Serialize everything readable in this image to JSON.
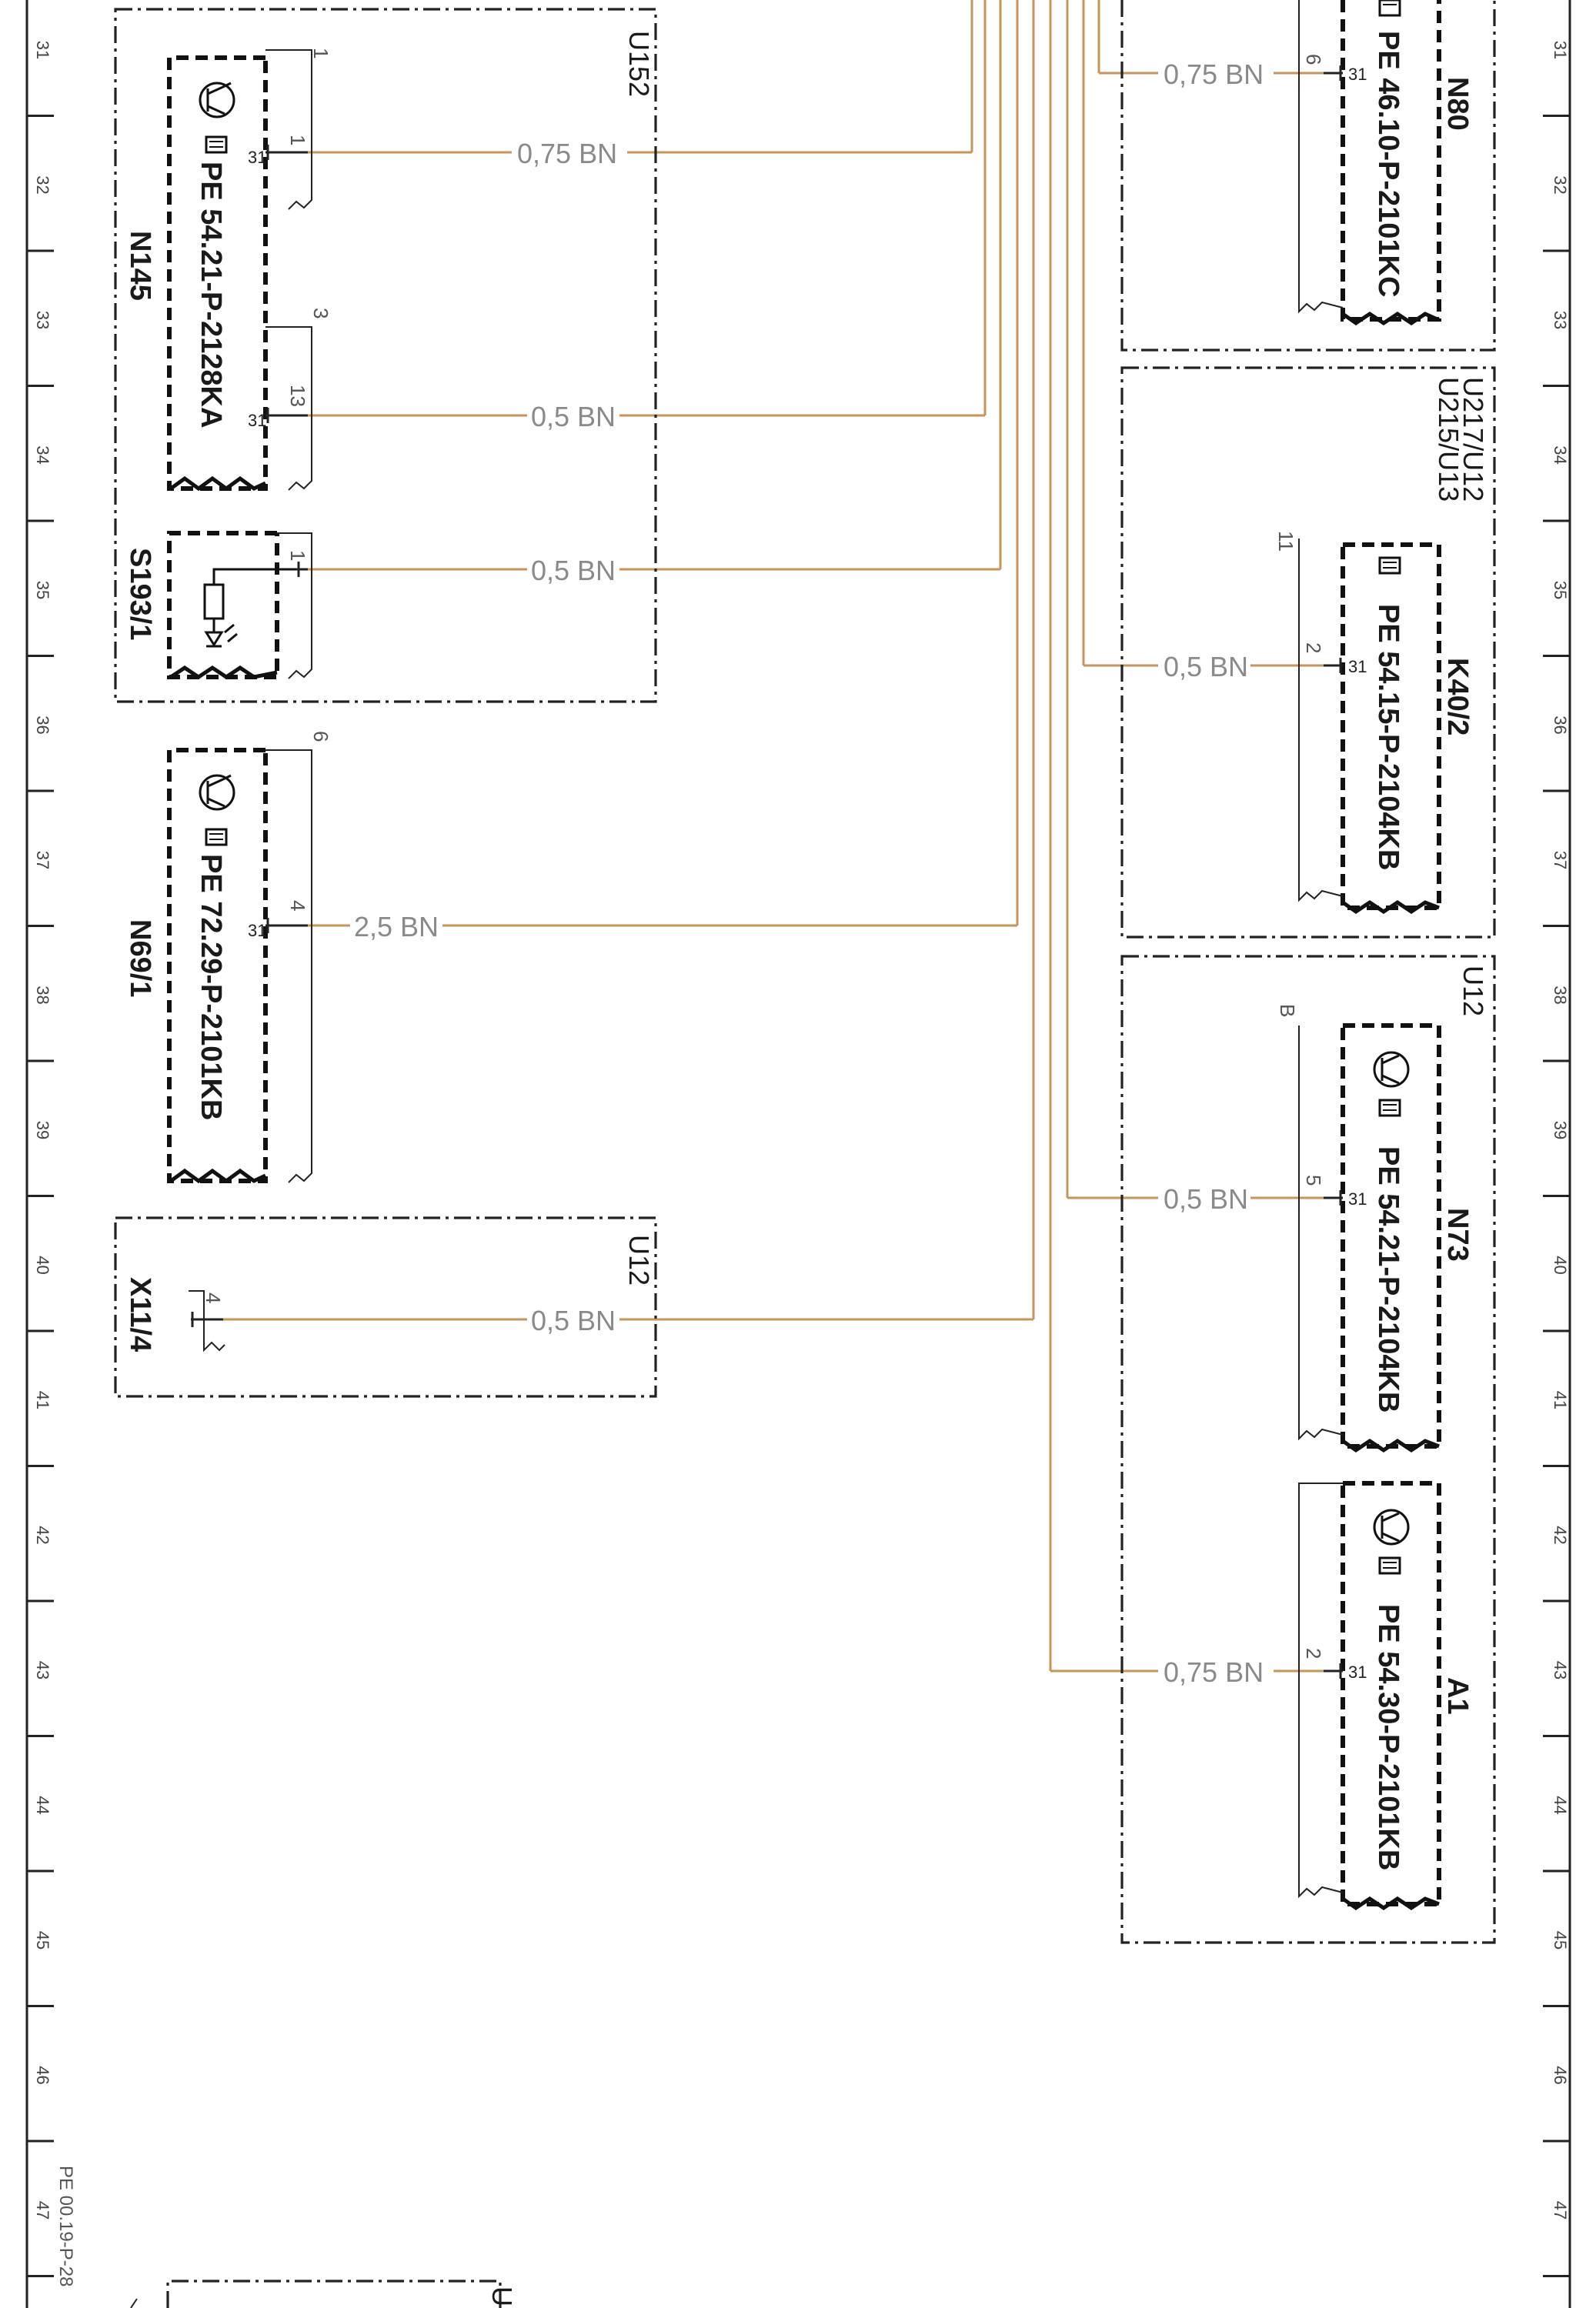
{
  "grid_left": [
    "31",
    "32",
    "33",
    "34",
    "35",
    "36",
    "37",
    "38",
    "39",
    "40",
    "41",
    "42",
    "43",
    "44",
    "45",
    "46",
    "47"
  ],
  "grid_right": [
    "31",
    "32",
    "33",
    "34",
    "35",
    "36",
    "37",
    "38",
    "39",
    "40",
    "41",
    "42",
    "43",
    "44",
    "45",
    "46",
    "47"
  ],
  "areas": {
    "u152": "U152",
    "u12_x11": "U12",
    "u217_a": "U217/U12",
    "u217_b": "U215/U13",
    "u12_n73": "U12"
  },
  "components": {
    "n145": {
      "name": "N145",
      "ref": "PE 54.21-P-2128KA"
    },
    "s193": {
      "name": "S193/1"
    },
    "n69": {
      "name": "N69/1",
      "ref": "PE 72.29-P-2101KB"
    },
    "x11": {
      "name": "X11/4"
    },
    "n80": {
      "name": "N80",
      "ref": "PE 46.10-P-2101KC"
    },
    "k40": {
      "name": "K40/2",
      "ref": "PE 54.15-P-2104KB"
    },
    "n73": {
      "name": "N73",
      "ref": "PE 54.21-P-2104KB"
    },
    "a1": {
      "name": "A1",
      "ref": "PE 54.30-P-2101KB"
    }
  },
  "wires": {
    "n145_a": "0,75 BN",
    "n145_b": "0,5 BN",
    "s193": "0,5 BN",
    "n69": "2,5 BN",
    "x11": "0,5 BN",
    "n80": "0,75 BN",
    "k40": "0,5 BN",
    "n73": "0,5 BN",
    "a1": "0,75 BN"
  },
  "pins": {
    "n145_conn1": "1",
    "n145_pin1": "1",
    "n145_gnd1": "31",
    "n145_conn2": "3",
    "n145_pin2": "13",
    "n145_gnd2": "31",
    "s193_pin": "1",
    "n69_conn": "6",
    "n69_pin": "4",
    "n69_gnd": "31",
    "x11_pin": "4",
    "n80_pin": "6",
    "n80_gnd": "31",
    "k40_conn": "11",
    "k40_pin": "2",
    "k40_gnd": "31",
    "n73_conn": "B",
    "n73_pin": "5",
    "n73_gnd": "31",
    "a1_pin": "2",
    "a1_gnd": "31"
  },
  "page_ref": "PE 00.19-P-28",
  "colors": {
    "wire": "#c9945a",
    "line": "#222222"
  }
}
